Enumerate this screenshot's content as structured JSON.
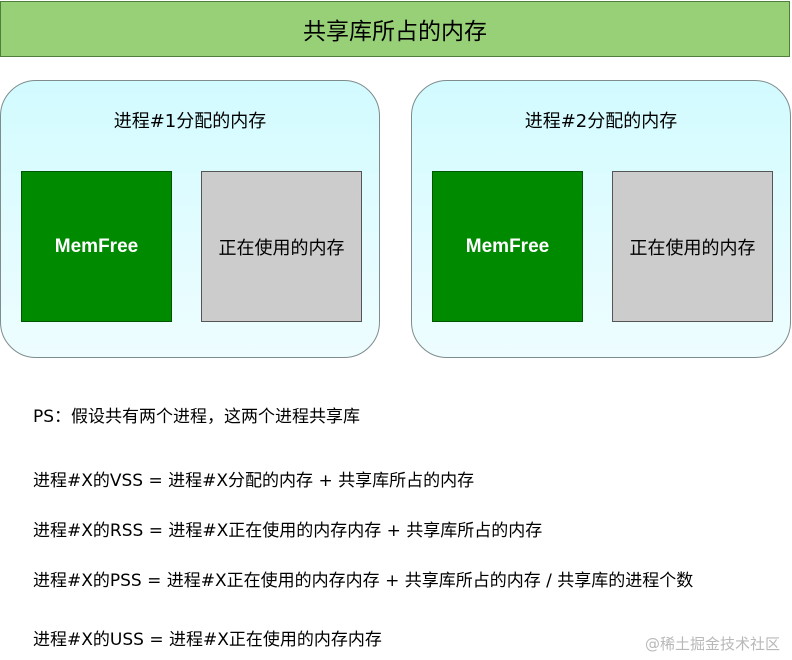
{
  "title": "共享库所占的内存",
  "processes": [
    {
      "title": "进程#1分配的内存",
      "free_label": "MemFree",
      "used_label": "正在使用的内存"
    },
    {
      "title": "进程#2分配的内存",
      "free_label": "MemFree",
      "used_label": "正在使用的内存"
    }
  ],
  "notes": {
    "ps": "PS：假设共有两个进程，这两个进程共享库",
    "vss": "进程#X的VSS = 进程#X分配的内存 + 共享库所占的内存",
    "rss": "进程#X的RSS = 进程#X正在使用的内存内存 + 共享库所占的内存",
    "pss": "进程#X的PSS = 进程#X正在使用的内存内存 + 共享库所占的内存 / 共享库的进程个数",
    "uss": "进程#X的USS = 进程#X正在使用的内存内存"
  },
  "watermark": "@稀土掘金技术社区",
  "colors": {
    "title_bg": "#97d077",
    "process_bg": "#ccffff",
    "memfree_bg": "#008a00",
    "inuse_bg": "#cccccc"
  }
}
